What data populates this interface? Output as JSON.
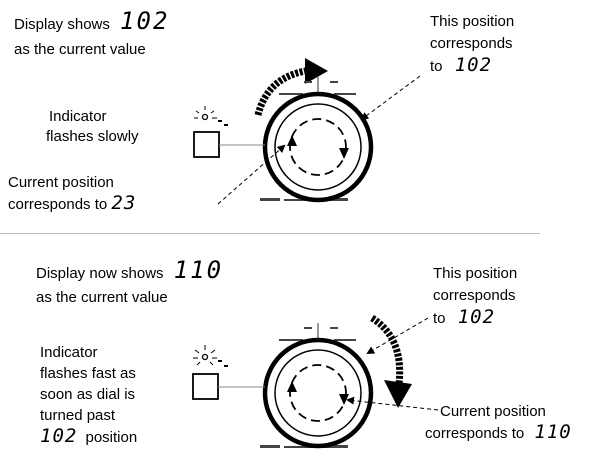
{
  "panel_top": {
    "display_line1_text": "Display shows",
    "display_value": "102",
    "display_line2": "as the current value",
    "indicator_line1": "Indicator",
    "indicator_line2": "flashes slowly",
    "current_line1": "Current position",
    "current_line2_text": "corresponds to",
    "current_value": "23",
    "target_line1": "This position",
    "target_line2": "corresponds",
    "target_line3_text": "to",
    "target_value": "102"
  },
  "panel_bottom": {
    "display_line1_text": "Display now shows",
    "display_value": "110",
    "display_line2": "as the current value",
    "indicator_line1": "Indicator",
    "indicator_line2": "flashes fast as",
    "indicator_line3": "soon as  dial is",
    "indicator_line4": "turned past",
    "indicator_value": "102",
    "indicator_line5_text": "position",
    "target_line1": "This position",
    "target_line2": "corresponds",
    "target_line3_text": "to",
    "target_value": "102",
    "current_line1": "Current position",
    "current_line2_text": "corresponds to",
    "current_value": "110"
  },
  "icons": [
    "dial-knob-icon",
    "indicator-lamp-icon",
    "rotation-arrow-icon",
    "flash-rays-icon"
  ]
}
